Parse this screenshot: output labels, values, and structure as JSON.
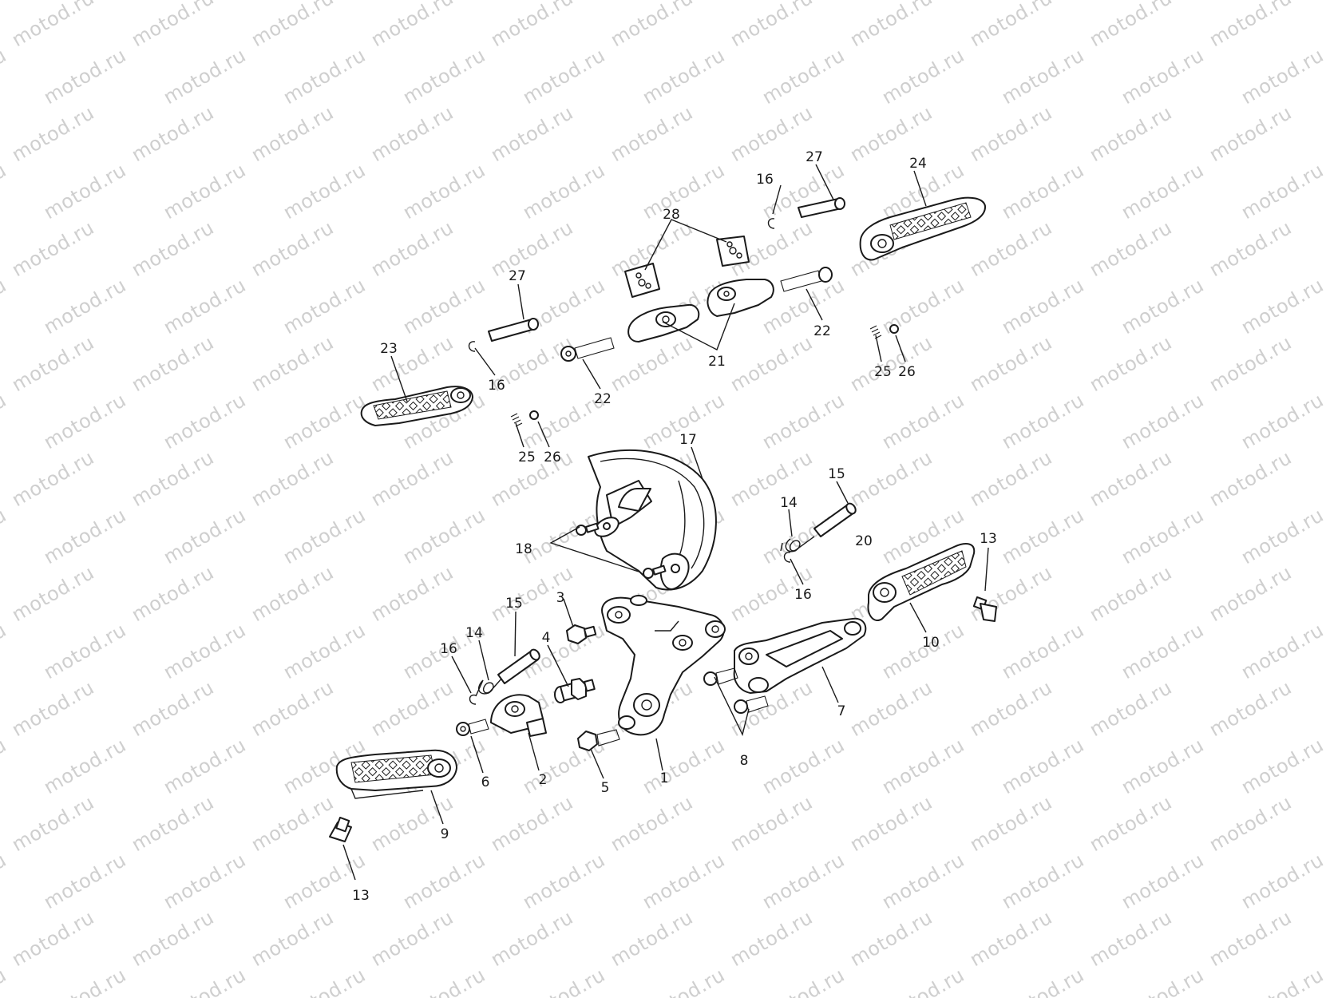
{
  "watermark": {
    "text": "motod.ru",
    "color": "#cfcfcf"
  },
  "callouts": [
    {
      "id": "c1",
      "text": "1"
    },
    {
      "id": "c2",
      "text": "2"
    },
    {
      "id": "c3",
      "text": "3"
    },
    {
      "id": "c4",
      "text": "4"
    },
    {
      "id": "c5",
      "text": "5"
    },
    {
      "id": "c6",
      "text": "6"
    },
    {
      "id": "c7",
      "text": "7"
    },
    {
      "id": "c8",
      "text": "8"
    },
    {
      "id": "c9",
      "text": "9"
    },
    {
      "id": "c10",
      "text": "10"
    },
    {
      "id": "c13a",
      "text": "13"
    },
    {
      "id": "c13b",
      "text": "13"
    },
    {
      "id": "c14a",
      "text": "14"
    },
    {
      "id": "c14b",
      "text": "14"
    },
    {
      "id": "c15a",
      "text": "15"
    },
    {
      "id": "c15b",
      "text": "15"
    },
    {
      "id": "c16a",
      "text": "16"
    },
    {
      "id": "c16b",
      "text": "16"
    },
    {
      "id": "c16c",
      "text": "16"
    },
    {
      "id": "c16d",
      "text": "16"
    },
    {
      "id": "c17",
      "text": "17"
    },
    {
      "id": "c18",
      "text": "18"
    },
    {
      "id": "c20",
      "text": "20"
    },
    {
      "id": "c21",
      "text": "21"
    },
    {
      "id": "c22a",
      "text": "22"
    },
    {
      "id": "c22b",
      "text": "22"
    },
    {
      "id": "c23",
      "text": "23"
    },
    {
      "id": "c24",
      "text": "24"
    },
    {
      "id": "c25a",
      "text": "25"
    },
    {
      "id": "c25b",
      "text": "25"
    },
    {
      "id": "c26a",
      "text": "26"
    },
    {
      "id": "c26b",
      "text": "26"
    },
    {
      "id": "c27a",
      "text": "27"
    },
    {
      "id": "c27b",
      "text": "27"
    },
    {
      "id": "c28",
      "text": "28"
    }
  ]
}
